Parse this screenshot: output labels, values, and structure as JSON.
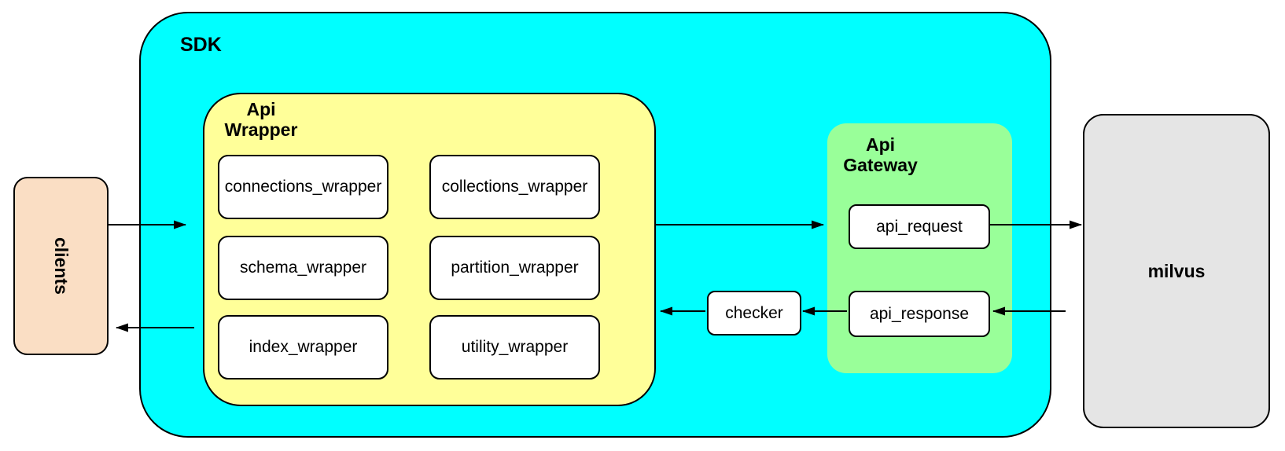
{
  "nodes": {
    "clients": {
      "label": "clients",
      "fill": "#FADEC4"
    },
    "sdk": {
      "label": "SDK",
      "fill": "#00FFFF"
    },
    "api_wrapper": {
      "label": "Api\nWrapper",
      "fill": "#FFFF99",
      "boxes": [
        "connections_wrapper",
        "collections_wrapper",
        "schema_wrapper",
        "partition_wrapper",
        "index_wrapper",
        "utility_wrapper"
      ]
    },
    "checker": {
      "label": "checker",
      "fill": "#FFFFFF"
    },
    "api_gateway": {
      "label": "Api\nGateway",
      "fill": "#99FF99",
      "boxes": [
        "api_request",
        "api_response"
      ]
    },
    "milvus": {
      "label": "milvus",
      "fill": "#E5E5E5"
    }
  },
  "colors": {
    "border": "#000000",
    "node_fill": "#FFFFFF",
    "background": "#FFFFFF"
  },
  "edges": [
    {
      "from": "clients",
      "to": "api_wrapper"
    },
    {
      "from": "api_wrapper",
      "to": "api_request"
    },
    {
      "from": "api_request",
      "to": "milvus"
    },
    {
      "from": "milvus",
      "to": "api_response"
    },
    {
      "from": "api_response",
      "to": "checker"
    },
    {
      "from": "checker",
      "to": "api_wrapper"
    },
    {
      "from": "api_wrapper",
      "to": "clients"
    }
  ]
}
